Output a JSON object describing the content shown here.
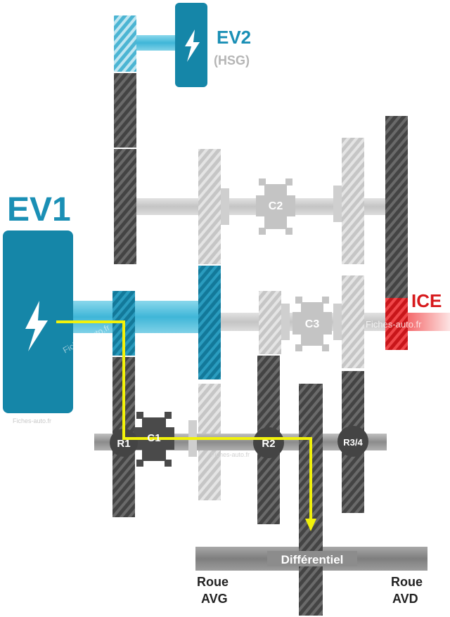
{
  "labels": {
    "ev2": "EV2",
    "hsg": "(HSG)",
    "ev1": "EV1",
    "ice": "ICE",
    "c1": "C1",
    "c2": "C2",
    "c3": "C3",
    "r1": "R1",
    "r2": "R2",
    "r34": "R3/4",
    "differentiel": "Différentiel",
    "roue_avg_1": "Roue",
    "roue_avg_2": "AVG",
    "roue_avd_1": "Roue",
    "roue_avd_2": "AVD"
  },
  "watermarks": {
    "w1": "Fiches-auto.fr",
    "w2": "Fiches-auto.fr",
    "w3": "Fiches-auto.fr",
    "w4": "Fiches-auto.fr"
  },
  "colors": {
    "motor_blue": "#1586a8",
    "shaft_blue": "#5bc8e2",
    "gear_dark": "#4a4a4a",
    "gear_light": "#cfcfcf",
    "ice_red": "#d7191c",
    "power_flow": "#f2f20a",
    "label_blue": "#1a8fb5",
    "label_gray": "#b5b5b5",
    "shaft_gray": "#9a9a9a"
  },
  "icons": {
    "motor": "lightning-bolt-icon"
  }
}
